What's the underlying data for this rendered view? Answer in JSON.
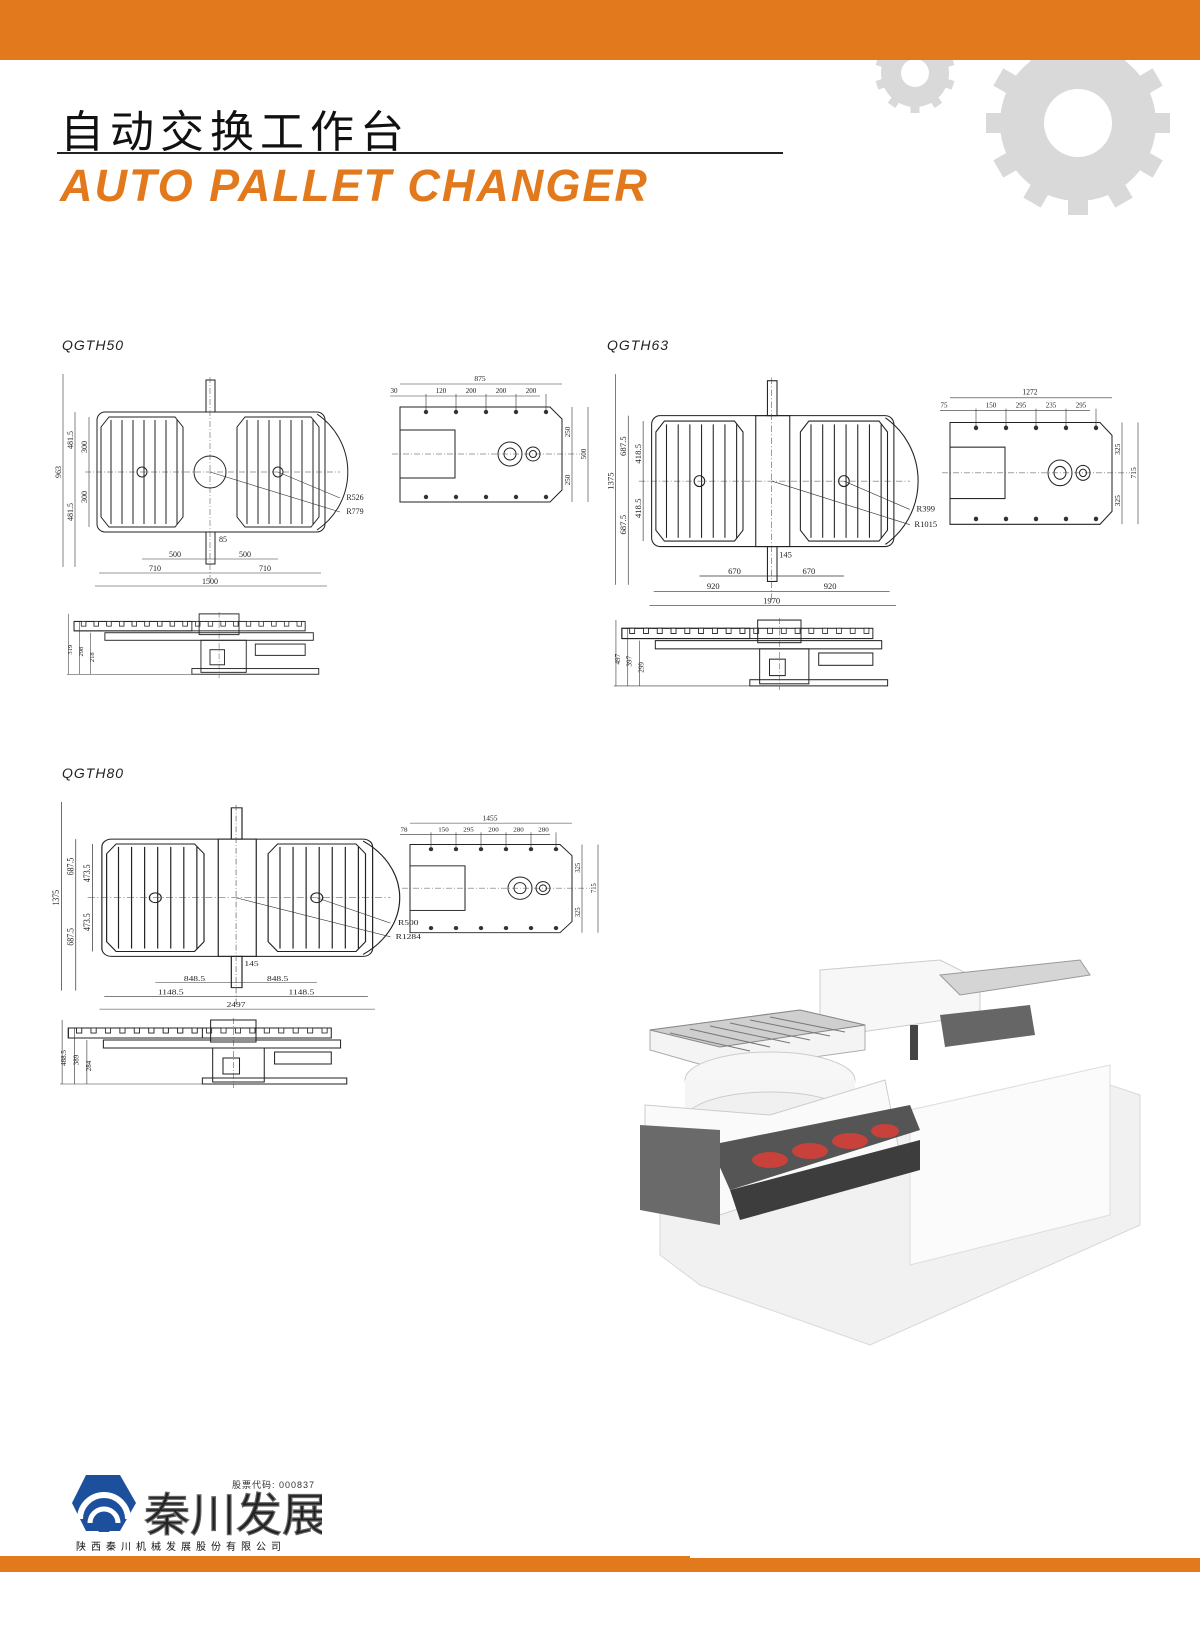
{
  "header": {
    "title_cn": "自动交换工作台",
    "title_en": "AUTO PALLET CHANGER"
  },
  "colors": {
    "accent": "#e27a1d",
    "gear": "#d9d9d9",
    "logo_blue": "#1c4f9c"
  },
  "drawings": [
    {
      "model": "QGTH50",
      "plan": {
        "total_h": "963",
        "half_h1": "481.5",
        "half_h2": "481.5",
        "pallet_h1": "300",
        "pallet_h2": "300",
        "offset": "85",
        "c1": "500",
        "c2": "500",
        "w1": "710",
        "w2": "710",
        "total_w": "1500",
        "r1": "R526",
        "r2": "R779"
      },
      "end": {
        "total": "875",
        "chain": [
          "30",
          "120",
          "200",
          "200",
          "200"
        ],
        "h1": "250",
        "h2": "250",
        "h_total": "500"
      },
      "side": {
        "h1": "319",
        "h2": "298",
        "h3": "218"
      }
    },
    {
      "model": "QGTH63",
      "plan": {
        "total_h": "1375",
        "half_h1": "687.5",
        "half_h2": "687.5",
        "pallet_h1": "418.5",
        "pallet_h2": "418.5",
        "offset": "145",
        "c1": "670",
        "c2": "670",
        "w1": "920",
        "w2": "920",
        "total_w": "1970",
        "r1": "R399",
        "r2": "R1015"
      },
      "end": {
        "total": "1272",
        "chain": [
          "75",
          "150",
          "295",
          "235",
          "295"
        ],
        "h1": "325",
        "h2": "325",
        "h_total": "715"
      },
      "side": {
        "h1": "497",
        "h2": "397",
        "h3": "299"
      }
    },
    {
      "model": "QGTH80",
      "plan": {
        "total_h": "1375",
        "half_h1": "687.5",
        "half_h2": "687.5",
        "pallet_h1": "473.5",
        "pallet_h2": "473.5",
        "offset": "145",
        "c1": "848.5",
        "c2": "848.5",
        "w1": "1148.5",
        "w2": "1148.5",
        "total_w": "2497",
        "r1": "R500",
        "r2": "R1284"
      },
      "end": {
        "total": "1455",
        "chain": [
          "78",
          "150",
          "295",
          "200",
          "280",
          "280"
        ],
        "h1": "325",
        "h2": "325",
        "h_total": "715"
      },
      "side": {
        "h1": "488.5",
        "h2": "389",
        "h3": "284"
      }
    }
  ],
  "footer": {
    "logo_text": "秦川发展",
    "stock_code": "股票代码: 000837",
    "company": "陕西秦川机械发展股份有限公司"
  }
}
